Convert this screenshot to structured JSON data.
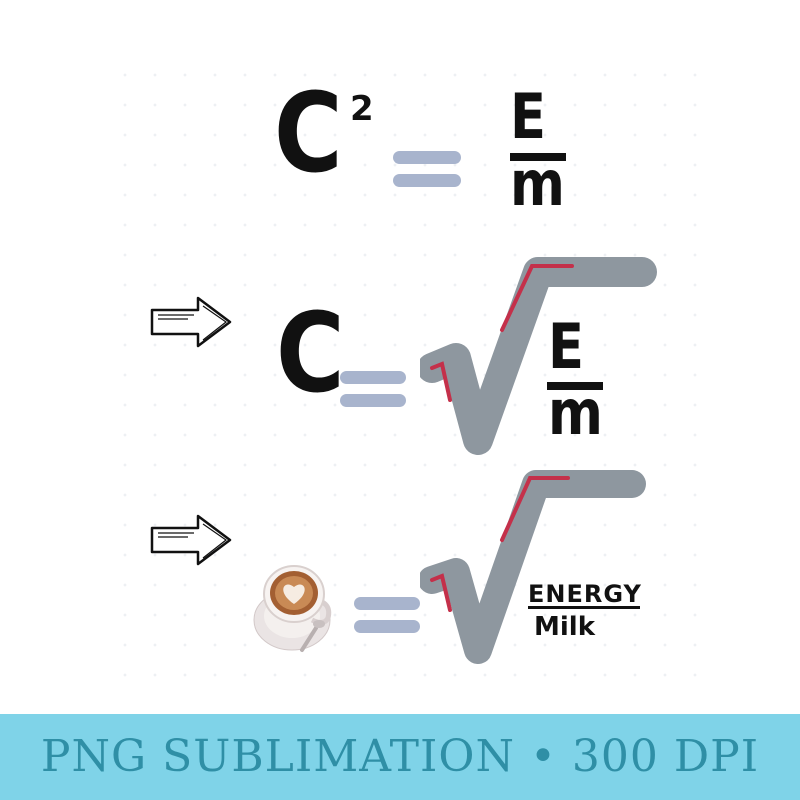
{
  "equation_1": {
    "lhs_letter": "C",
    "exponent": "2",
    "numerator": "E",
    "denominator": "m"
  },
  "equation_2": {
    "lhs_letter": "C",
    "numerator": "E",
    "denominator": "m"
  },
  "equation_3": {
    "numerator": "ENERGY",
    "denominator": "Milk"
  },
  "banner": {
    "text": "PNG SUBLIMATION • 300 DPI"
  },
  "colors": {
    "ink": "#111111",
    "equals_sign": "#a8b4cd",
    "radical_stroke": "#8e979f",
    "radical_accent": "#c4304a",
    "banner_background": "#7fd3e8",
    "banner_text": "#2f8fa6"
  },
  "icons": [
    "arrow-right-icon",
    "coffee-cup-icon",
    "radical-icon"
  ]
}
